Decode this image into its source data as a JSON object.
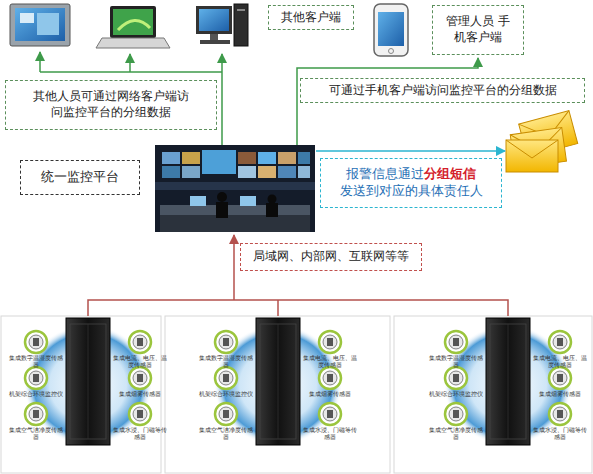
{
  "diagram": {
    "nodes": [
      {
        "text": [
          "其他客户端"
        ]
      },
      {
        "text": [
          "管理人员 手机客户端"
        ]
      },
      {
        "text": [
          "其他人员可通过网络客户端访问监控平台的分组数据"
        ]
      },
      {
        "text": [
          "可通过手机客户端访问监控平台的分组数据"
        ]
      },
      {
        "text": [
          "统一监控平台"
        ]
      },
      {
        "text": [
          "报警信息通过",
          "分组短信",
          "发送到对应的具体责任人"
        ]
      },
      {
        "text": [
          "局域网、内部网、互联网等等"
        ]
      }
    ],
    "labels": [
      "集成数字温湿度传感器",
      "集成电流、电压、温度传感器",
      "机架综合环境监控仪",
      "集成烟雾传感器",
      "集成空气洁净度传感器",
      "集成水浸、门磁等传感器",
      "集成数字温湿度传感器",
      "集成电流、电压、温度传感器",
      "机架综合环境监控仪",
      "集成烟雾传感器",
      "集成空气洁净度传感器",
      "集成水浸、门磁等传感器",
      "集成数字温湿度传感器",
      "集成电流、电压、温度传感器",
      "机架综合环境监控仪",
      "集成烟雾传感器",
      "集成空气洁净度传感器",
      "集成水浸、门磁等传感器"
    ]
  }
}
